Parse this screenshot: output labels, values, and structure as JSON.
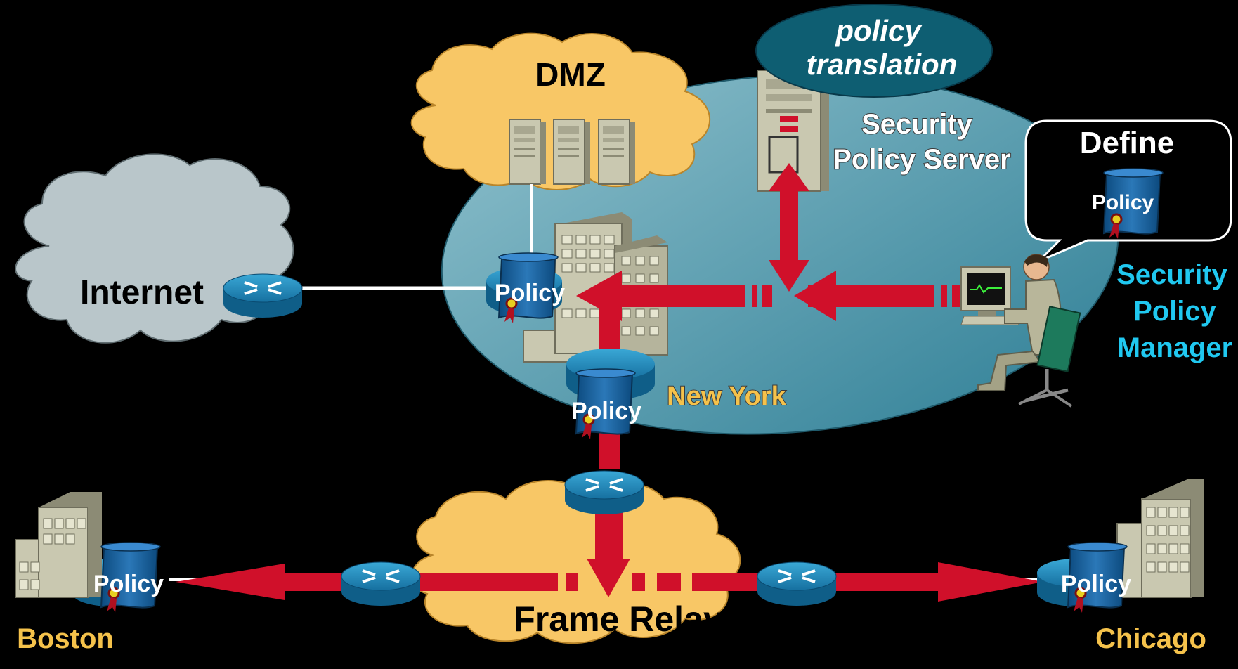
{
  "labels": {
    "dmz": "DMZ",
    "internet": "Internet",
    "frame_relay": "Frame Relay",
    "new_york": "New York",
    "boston": "Boston",
    "chicago": "Chicago",
    "policy_translation_line1": "policy",
    "policy_translation_line2": "translation",
    "policy_server_line1": "Security",
    "policy_server_line2": "Policy Server",
    "manager_line1": "Security",
    "manager_line2": "Policy",
    "manager_line3": "Manager",
    "define": "Define",
    "policy": "Policy"
  },
  "colors": {
    "background": "#000000",
    "cloud_yellow": "#f8c766",
    "cloud_grey": "#b9c6ca",
    "lan_blue": "#5fa4b6",
    "translation_teal": "#0e5e72",
    "arrow_red": "#d0102a",
    "router_blue": "#1f86b6",
    "manager_text": "#20c8f0",
    "site_text": "#f5c24b"
  },
  "icons": {
    "router": "router-icon",
    "server": "server-icon",
    "building": "building-icon",
    "policy_scroll": "policy-scroll-icon",
    "workstation": "workstation-icon",
    "person": "person-icon"
  }
}
